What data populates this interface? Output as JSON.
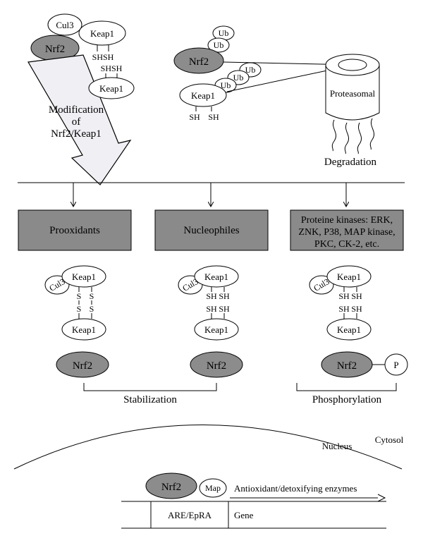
{
  "colors": {
    "grey": "#8c8c8c",
    "box": "#8a8a8a",
    "arrow_fill": "#efeff4"
  },
  "top": {
    "cul3": "Cul3",
    "keap1": "Keap1",
    "nrf2": "Nrf2",
    "sh_pair": "SHSH",
    "keap1_b": "Keap1",
    "sh_pair_b": "SHSH",
    "arrow_text": [
      "Modification",
      "of",
      "Nrf2/Keap1"
    ],
    "ub": "Ub",
    "nrf2_free": "Nrf2",
    "keap1_free": "Keap1",
    "sh_left": "SH",
    "sh_right": "SH",
    "proteasomal": "Proteasomal",
    "degradation": "Degradation"
  },
  "boxes": {
    "prooxidants": "Prooxidants",
    "nucleophiles": "Nucleophiles",
    "kinases": [
      "Proteine kinases: ERK,",
      "ZNK, P38, MAP kinase,",
      "PKC, CK-2, etc."
    ]
  },
  "complexes": {
    "cul3": "Cul3",
    "keap1": "Keap1",
    "nrf2": "Nrf2",
    "s": "S",
    "sh": "SH",
    "p": "P"
  },
  "brackets": {
    "stabilization": "Stabilization",
    "phosphorylation": "Phosphorylation"
  },
  "nucleus": {
    "cytosol": "Cytosol",
    "nucleus": "Nucleus",
    "nrf2": "Nrf2",
    "map": "Map",
    "enzymes": "Antioxidant/detoxifying enzymes",
    "are": "ARE/EpRA",
    "gene": "Gene"
  }
}
